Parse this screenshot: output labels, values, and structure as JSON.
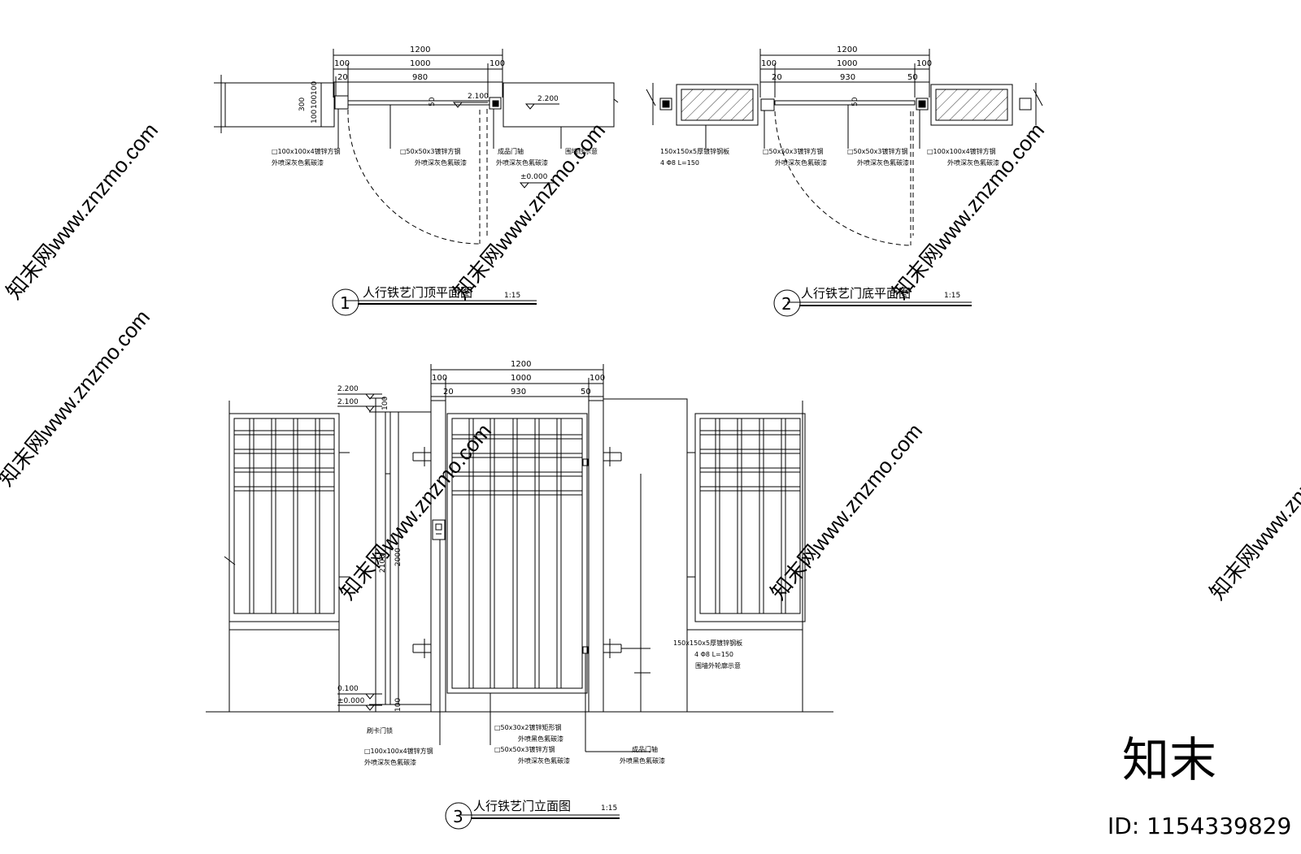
{
  "drawing_1": {
    "number": "1",
    "title": "人行铁艺门顶平面图",
    "scale": "1:15",
    "dims": {
      "total": "1200",
      "left_margin": "100",
      "mid": "1000",
      "right_margin": "100",
      "gap": "20",
      "clear": "980",
      "dep_50": "50",
      "wall_300": "300",
      "wall_a": "100",
      "wall_b": "100",
      "wall_c": "100"
    },
    "levels": {
      "elev_2100": "2.100",
      "elev_2200": "2.200",
      "elev_0": "±0.000"
    },
    "notes": {
      "post_spec": "□100x100x4镀锌方钢",
      "post_finish": "外喷深灰色氟碳漆",
      "frame_spec": "□50x50x3镀锌方钢",
      "frame_finish": "外喷深灰色氟碳漆",
      "hinge": "成品门轴",
      "hinge_finish": "外喷深灰色氟碳漆",
      "wall_line": "围墙线示意"
    }
  },
  "drawing_2": {
    "number": "2",
    "title": "人行铁艺门底平面图",
    "scale": "1:15",
    "dims": {
      "total": "1200",
      "left_margin": "100",
      "mid": "1000",
      "right_margin": "100",
      "gap": "20",
      "clear": "930",
      "end": "50",
      "dep_50": "50"
    },
    "notes": {
      "plate_spec": "150x150x5厚镀锌钢板",
      "anchor": "4 Φ8 L=150",
      "frame_spec": "□50x50x3镀锌方钢",
      "frame_finish": "外喷深灰色氟碳漆",
      "frame_spec_2": "□50x50x3镀锌方钢",
      "frame_finish_2": "外喷深灰色氟碳漆",
      "post_spec": "□100x100x4镀锌方钢",
      "post_finish": "外喷深灰色氟碳漆"
    }
  },
  "drawing_3": {
    "number": "3",
    "title": "人行铁艺门立面图",
    "scale": "1:15",
    "dims": {
      "total": "1200",
      "left_margin": "100",
      "mid": "1000",
      "right_margin": "100",
      "gap": "20",
      "clear": "930",
      "end": "50",
      "h_100_top": "100",
      "h_2100": "2100",
      "h_2000": "2000",
      "h_100_bot": "100"
    },
    "levels": {
      "elev_2200": "2.200",
      "elev_2100": "2.100",
      "elev_0100": "0.100",
      "elev_0": "±0.000"
    },
    "notes": {
      "lock": "刷卡门锁",
      "post_spec": "□100x100x4镀锌方钢",
      "post_finish": "外喷深灰色氟碳漆",
      "rect_spec": "□50x30x2镀锌矩形钢",
      "rect_finish": "外喷黑色氟碳漆",
      "frame_spec": "□50x50x3镀锌方钢",
      "frame_finish": "外喷深灰色氟碳漆",
      "hinge": "成品门轴",
      "hinge_finish": "外喷黑色氟碳漆",
      "plate_spec": "150x150x5厚镀锌钢板",
      "anchor": "4 Φ8 L=150",
      "wall_outline": "围墙外轮廓示意"
    }
  },
  "watermark": {
    "site_text": "知末网www.znzmo.com",
    "logo_text": "知末",
    "id_text": "ID: 1154339829"
  }
}
